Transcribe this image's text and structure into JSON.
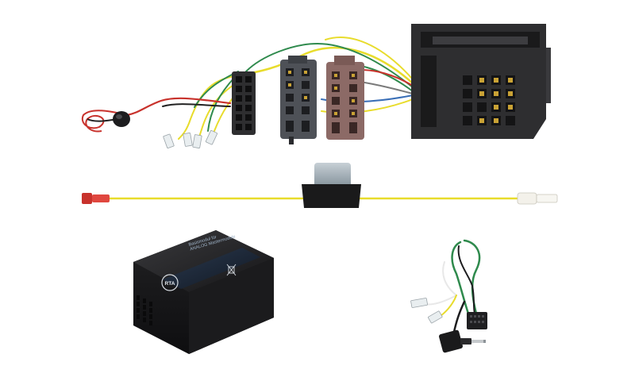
{
  "product_photo": {
    "interface_box": {
      "logo_text": "RTA",
      "label_lines": [
        "Basismodul für",
        "ANALOG Mastermodule"
      ]
    },
    "colors": {
      "connector_black": "#2e2e30",
      "connector_grey": "#4e5157",
      "connector_brown": "#8c6a66",
      "wire_yellow": "#e8dc2c",
      "wire_green": "#2f8a4d",
      "wire_red": "#c8322c",
      "box_black": "#1c1c1e"
    },
    "icons": [
      "large-multipin-connector",
      "iso-connector-grey",
      "iso-connector-brown",
      "iso-connector-black",
      "microphone",
      "inline-fuse",
      "interface-box",
      "patch-lead",
      "jack-plug-3-5mm"
    ]
  }
}
